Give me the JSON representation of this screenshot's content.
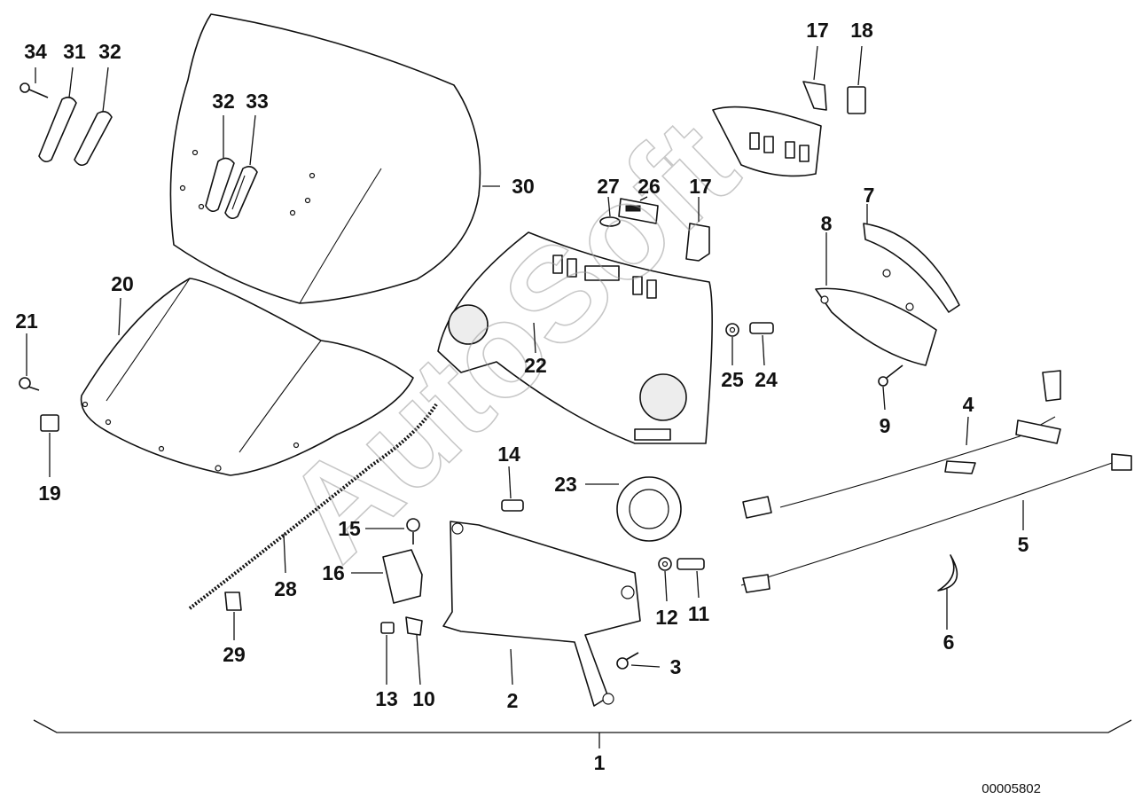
{
  "diagram": {
    "watermark": "AutoSoft",
    "drawing_code": "00005802",
    "assembly_callout": "1",
    "callouts": [
      {
        "id": "34",
        "label": "34"
      },
      {
        "id": "31",
        "label": "31"
      },
      {
        "id": "32a",
        "label": "32"
      },
      {
        "id": "32b",
        "label": "32"
      },
      {
        "id": "33",
        "label": "33"
      },
      {
        "id": "30",
        "label": "30"
      },
      {
        "id": "20",
        "label": "20"
      },
      {
        "id": "21",
        "label": "21"
      },
      {
        "id": "19",
        "label": "19"
      },
      {
        "id": "17a",
        "label": "17"
      },
      {
        "id": "18",
        "label": "18"
      },
      {
        "id": "27",
        "label": "27"
      },
      {
        "id": "26",
        "label": "26"
      },
      {
        "id": "17b",
        "label": "17"
      },
      {
        "id": "7",
        "label": "7"
      },
      {
        "id": "8",
        "label": "8"
      },
      {
        "id": "22",
        "label": "22"
      },
      {
        "id": "25",
        "label": "25"
      },
      {
        "id": "24",
        "label": "24"
      },
      {
        "id": "9",
        "label": "9"
      },
      {
        "id": "4",
        "label": "4"
      },
      {
        "id": "14",
        "label": "14"
      },
      {
        "id": "23",
        "label": "23"
      },
      {
        "id": "15",
        "label": "15"
      },
      {
        "id": "28",
        "label": "28"
      },
      {
        "id": "16",
        "label": "16"
      },
      {
        "id": "29",
        "label": "29"
      },
      {
        "id": "12",
        "label": "12"
      },
      {
        "id": "11",
        "label": "11"
      },
      {
        "id": "5",
        "label": "5"
      },
      {
        "id": "6",
        "label": "6"
      },
      {
        "id": "3",
        "label": "3"
      },
      {
        "id": "13",
        "label": "13"
      },
      {
        "id": "10",
        "label": "10"
      },
      {
        "id": "2",
        "label": "2"
      }
    ]
  }
}
